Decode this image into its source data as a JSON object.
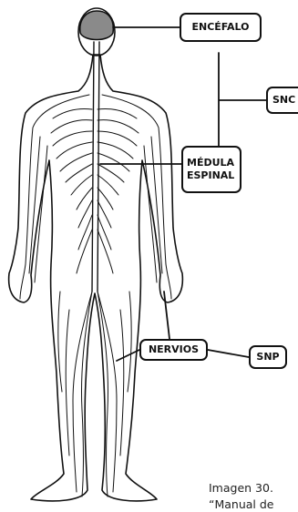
{
  "labels": {
    "encefalo": "ENCÉFALO",
    "snc": "SNC",
    "medula_line1": "MÉDULA",
    "medula_line2": "ESPINAL",
    "nervios": "NERVIOS",
    "snp": "SNP"
  },
  "caption": {
    "line1": "Imagen 30.",
    "line2": "“Manual de"
  },
  "colors": {
    "outline": "#111111",
    "brain_fill": "#8a8a8a",
    "background": "#ffffff"
  }
}
